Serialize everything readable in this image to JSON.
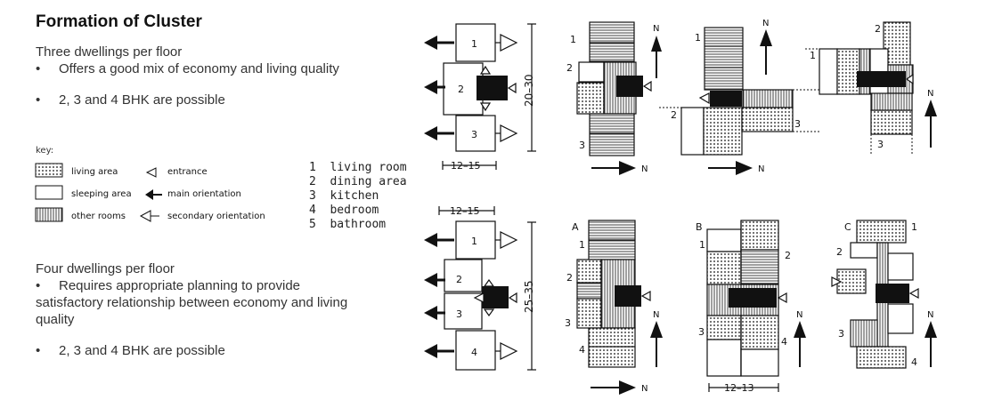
{
  "title": "Formation of Cluster",
  "section1": {
    "heading": "Three dwellings per floor",
    "bullets": [
      "Offers a good mix of economy and living quality",
      "2, 3 and 4 BHK are possible"
    ]
  },
  "section2": {
    "heading": "Four dwellings per floor",
    "bullets": [
      "Requires appropriate planning to provide satisfactory relationship between economy and living quality",
      "2, 3 and 4 BHK are possible"
    ]
  },
  "key": {
    "label": "key:",
    "items": [
      {
        "fill": "living area",
        "symbol": "entrance"
      },
      {
        "fill": "sleeping area",
        "symbol": "main orientation"
      },
      {
        "fill": "other rooms",
        "symbol": "secondary orientation"
      }
    ],
    "rooms": [
      {
        "num": "1",
        "name": "living room"
      },
      {
        "num": "2",
        "name": "dining area"
      },
      {
        "num": "3",
        "name": "kitchen"
      },
      {
        "num": "4",
        "name": "bedroom"
      },
      {
        "num": "5",
        "name": "bathroom"
      }
    ]
  },
  "diagram": {
    "dim_depth_3": "20–30",
    "dim_width_3": "12–15",
    "dim_width_4": "12–15",
    "dim_depth_4": "25–35",
    "dim_width_b": "12–13",
    "north": "N",
    "variant_a": "A",
    "variant_b": "B",
    "variant_c": "C",
    "units_3": [
      "1",
      "2",
      "3"
    ],
    "units_4": [
      "1",
      "2",
      "3",
      "4"
    ]
  }
}
